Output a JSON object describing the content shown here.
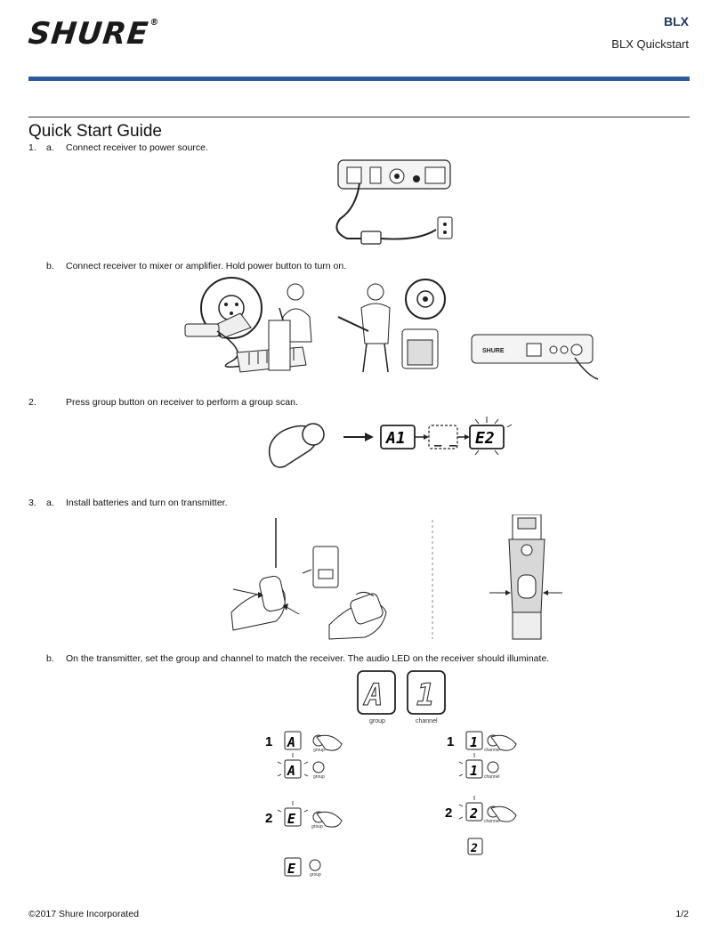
{
  "header": {
    "brand": "SHURE",
    "model": "BLX",
    "doc_title": "BLX Quickstart"
  },
  "page_title": "Quick Start Guide",
  "steps": [
    {
      "num": "1.",
      "letter": "a.",
      "text": "Connect receiver to power source."
    },
    {
      "num": "",
      "letter": "b.",
      "text": "Connect receiver to mixer or amplifier. Hold power button to turn on."
    },
    {
      "num": "2.",
      "letter": "",
      "text": "Press group button on receiver to perform a group scan."
    },
    {
      "num": "3.",
      "letter": "a.",
      "text": "Install batteries and turn on transmitter."
    },
    {
      "num": "",
      "letter": "b.",
      "text": "On the transmitter, set the group and channel to match the receiver. The audio LED on the receiver should illuminate."
    }
  ],
  "scan_display": [
    "A1",
    "_ _",
    "E2"
  ],
  "transmitter_display": {
    "group": "A",
    "channel": "1",
    "group_label": "group",
    "channel_label": "channel"
  },
  "group_procedure": {
    "step1_num": "1",
    "step2_num": "2",
    "chars": [
      "A",
      "A",
      "E",
      "E"
    ],
    "button_label": "group"
  },
  "channel_procedure": {
    "step1_num": "1",
    "step2_num": "2",
    "chars": [
      "1",
      "1",
      "2",
      "2"
    ],
    "button_label": "channel"
  },
  "receiver_brand_label": "SHURE",
  "footer": {
    "copyright": "©2017 Shure Incorporated",
    "page": "1/2"
  }
}
